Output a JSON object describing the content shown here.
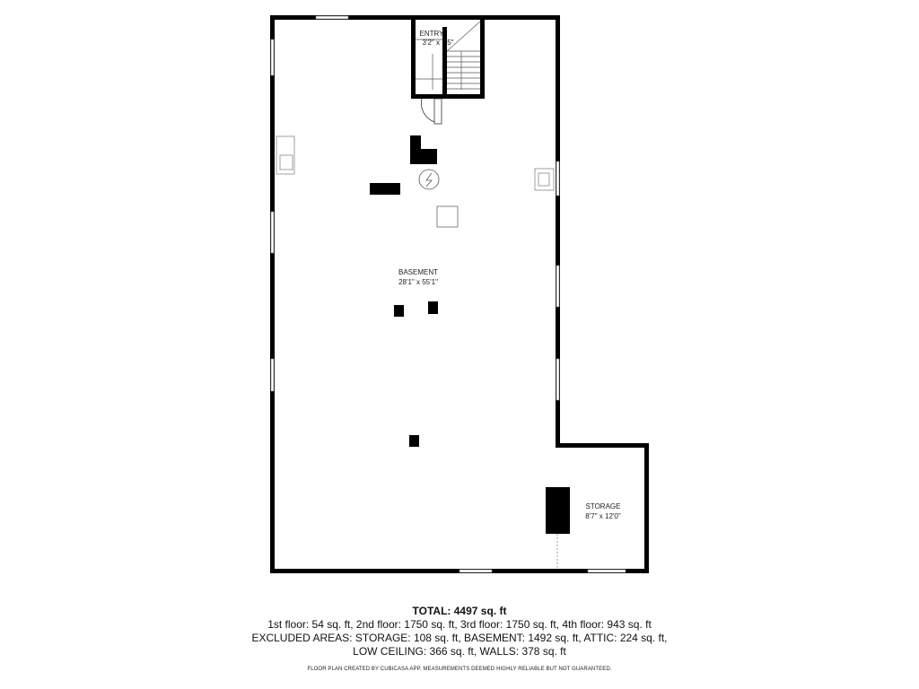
{
  "rooms": {
    "entry": {
      "name": "ENTRY",
      "dimensions": "3'2\" x 7'5\""
    },
    "basement": {
      "name": "BASEMENT",
      "dimensions": "28'1\" x 55'1\""
    },
    "storage": {
      "name": "STORAGE",
      "dimensions": "8'7\" x 12'0\""
    }
  },
  "summary": {
    "total": "TOTAL: 4497 sq. ft",
    "floors_line": "1st floor: 54 sq. ft, 2nd floor: 1750 sq. ft, 3rd floor: 1750 sq. ft, 4th floor: 943 sq. ft",
    "excluded_line": "EXCLUDED AREAS: STORAGE: 108 sq. ft, BASEMENT: 1492 sq. ft, ATTIC: 224 sq. ft,",
    "excluded_line2": "LOW CEILING: 366 sq. ft, WALLS: 378 sq. ft"
  },
  "disclaimer": "FLOOR PLAN CREATED BY CUBICASA APP. MEASUREMENTS DEEMED HIGHLY RELIABLE BUT NOT GUARANTEED.",
  "colors": {
    "wall": "#000000",
    "background": "#ffffff",
    "text": "#111111"
  }
}
